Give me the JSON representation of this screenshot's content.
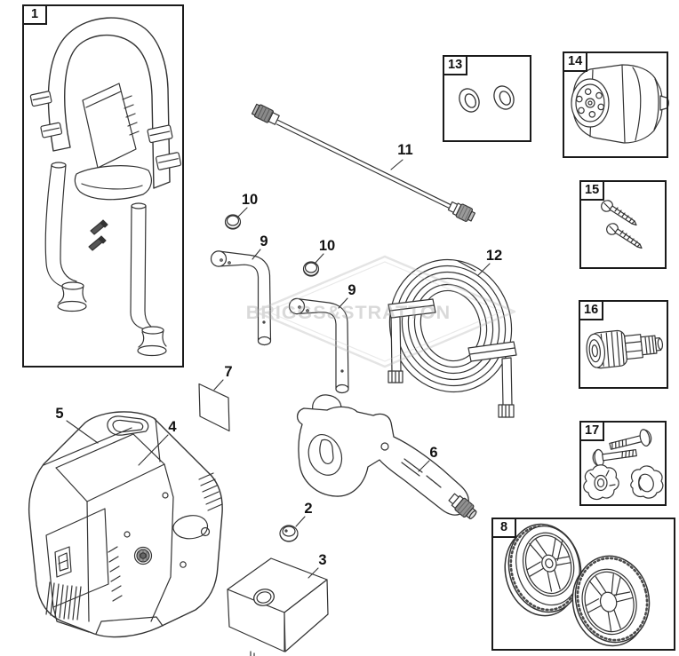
{
  "watermark": {
    "text": "BRIGGS&STRATTON"
  },
  "colors": {
    "line": "#333333",
    "box_border": "#1a1a1a",
    "label_text": "#111111",
    "watermark_gray": "#bdbdbd",
    "background": "#ffffff"
  },
  "boxes": [
    {
      "num": "1"
    },
    {
      "num": "13"
    },
    {
      "num": "14"
    },
    {
      "num": "15"
    },
    {
      "num": "16"
    },
    {
      "num": "17"
    },
    {
      "num": "8"
    }
  ],
  "callouts": [
    {
      "num": "11"
    },
    {
      "num": "10"
    },
    {
      "num": "9"
    },
    {
      "num": "10"
    },
    {
      "num": "9"
    },
    {
      "num": "12"
    },
    {
      "num": "7"
    },
    {
      "num": "5"
    },
    {
      "num": "4"
    },
    {
      "num": "6"
    },
    {
      "num": "2"
    },
    {
      "num": "3"
    }
  ]
}
